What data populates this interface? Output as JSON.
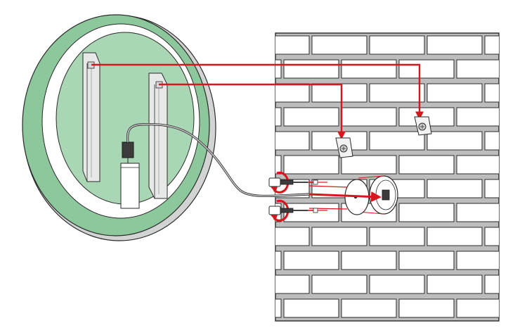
{
  "diagram": {
    "colors": {
      "background": "#ffffff",
      "mirror_rim_outer": "#cfd0d0",
      "mirror_ring": "#8cc89b",
      "mirror_back": "#a9d6b4",
      "mirror_inner_panel": "#cce8d3",
      "bracket": "#e7e8e8",
      "outline": "#2a2a2a",
      "wall_mortar": "#bdbdbd",
      "brick": "#ffffff",
      "arrow_red": "#d7161e",
      "cable": "#c7c7c7",
      "driver_box": "#3c3c3c"
    },
    "components": [
      {
        "name": "round-led-mirror",
        "icon": "mirror-back-view"
      },
      {
        "name": "hanging-rail-left",
        "icon": "vertical-rail"
      },
      {
        "name": "hanging-rail-right",
        "icon": "vertical-rail"
      },
      {
        "name": "led-driver",
        "icon": "driver-box"
      },
      {
        "name": "power-cable",
        "icon": "cable"
      },
      {
        "name": "wall-hook-left",
        "icon": "screw-hook"
      },
      {
        "name": "wall-hook-right",
        "icon": "screw-hook"
      },
      {
        "name": "junction-cover",
        "icon": "round-cover"
      },
      {
        "name": "fixing-screws",
        "icon": "rotate-arrow-screw"
      }
    ]
  }
}
